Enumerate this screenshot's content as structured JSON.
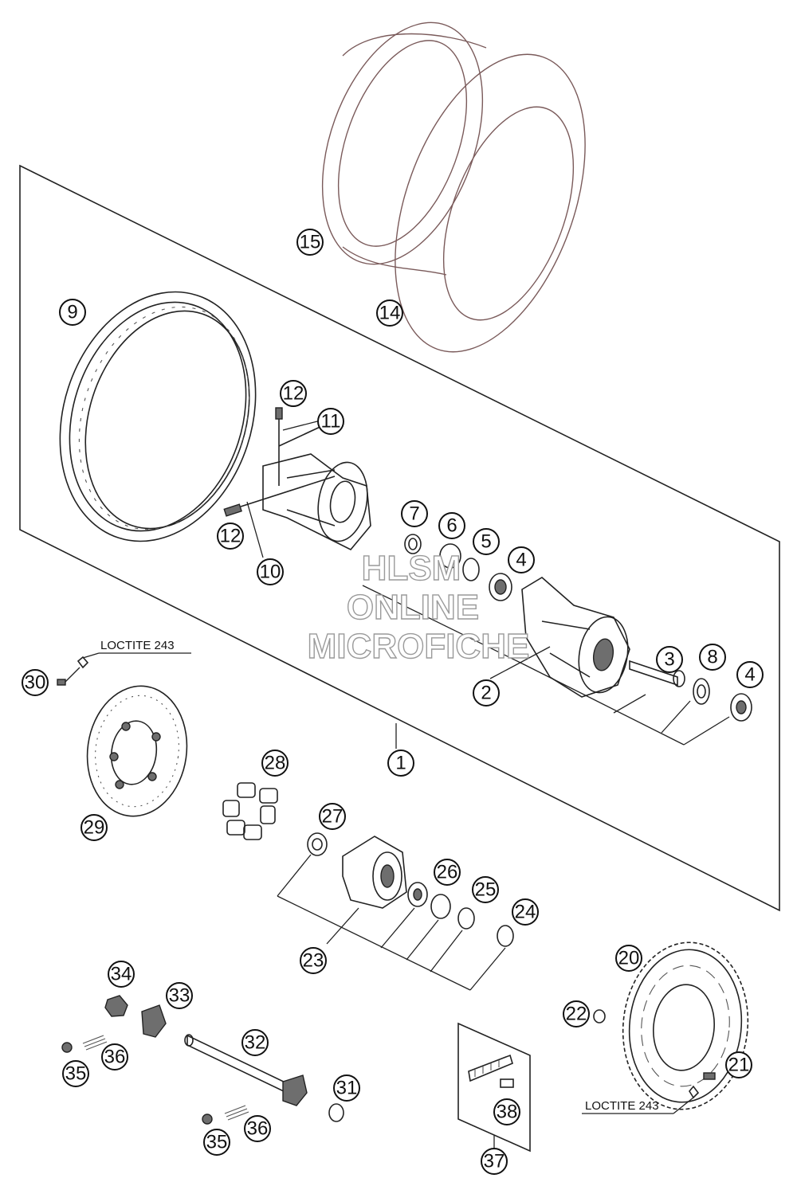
{
  "callouts": {
    "c1": "1",
    "c2": "2",
    "c3": "3",
    "c4a": "4",
    "c4b": "4",
    "c5": "5",
    "c6": "6",
    "c7": "7",
    "c8": "8",
    "c9": "9",
    "c10": "10",
    "c11": "11",
    "c12a": "12",
    "c12b": "12",
    "c14": "14",
    "c15": "15",
    "c20": "20",
    "c21": "21",
    "c22": "22",
    "c23": "23",
    "c24": "24",
    "c25": "25",
    "c26": "26",
    "c27": "27",
    "c28": "28",
    "c29": "29",
    "c30": "30",
    "c31": "31",
    "c32": "32",
    "c33": "33",
    "c34": "34",
    "c35a": "35",
    "c35b": "35",
    "c36a": "36",
    "c36b": "36",
    "c37": "37",
    "c38": "38"
  },
  "notes": {
    "loctite_left": "LOCTITE 243",
    "loctite_right": "LOCTITE 243"
  },
  "watermark": {
    "line1": "HLSM",
    "line2": "ONLINE",
    "line3": "MICROFICHE"
  },
  "colors": {
    "line": "#222222",
    "tire_outline": "#7a5a5a",
    "part_fill": "#6e6e6e",
    "watermark": "#9a9a9a"
  }
}
